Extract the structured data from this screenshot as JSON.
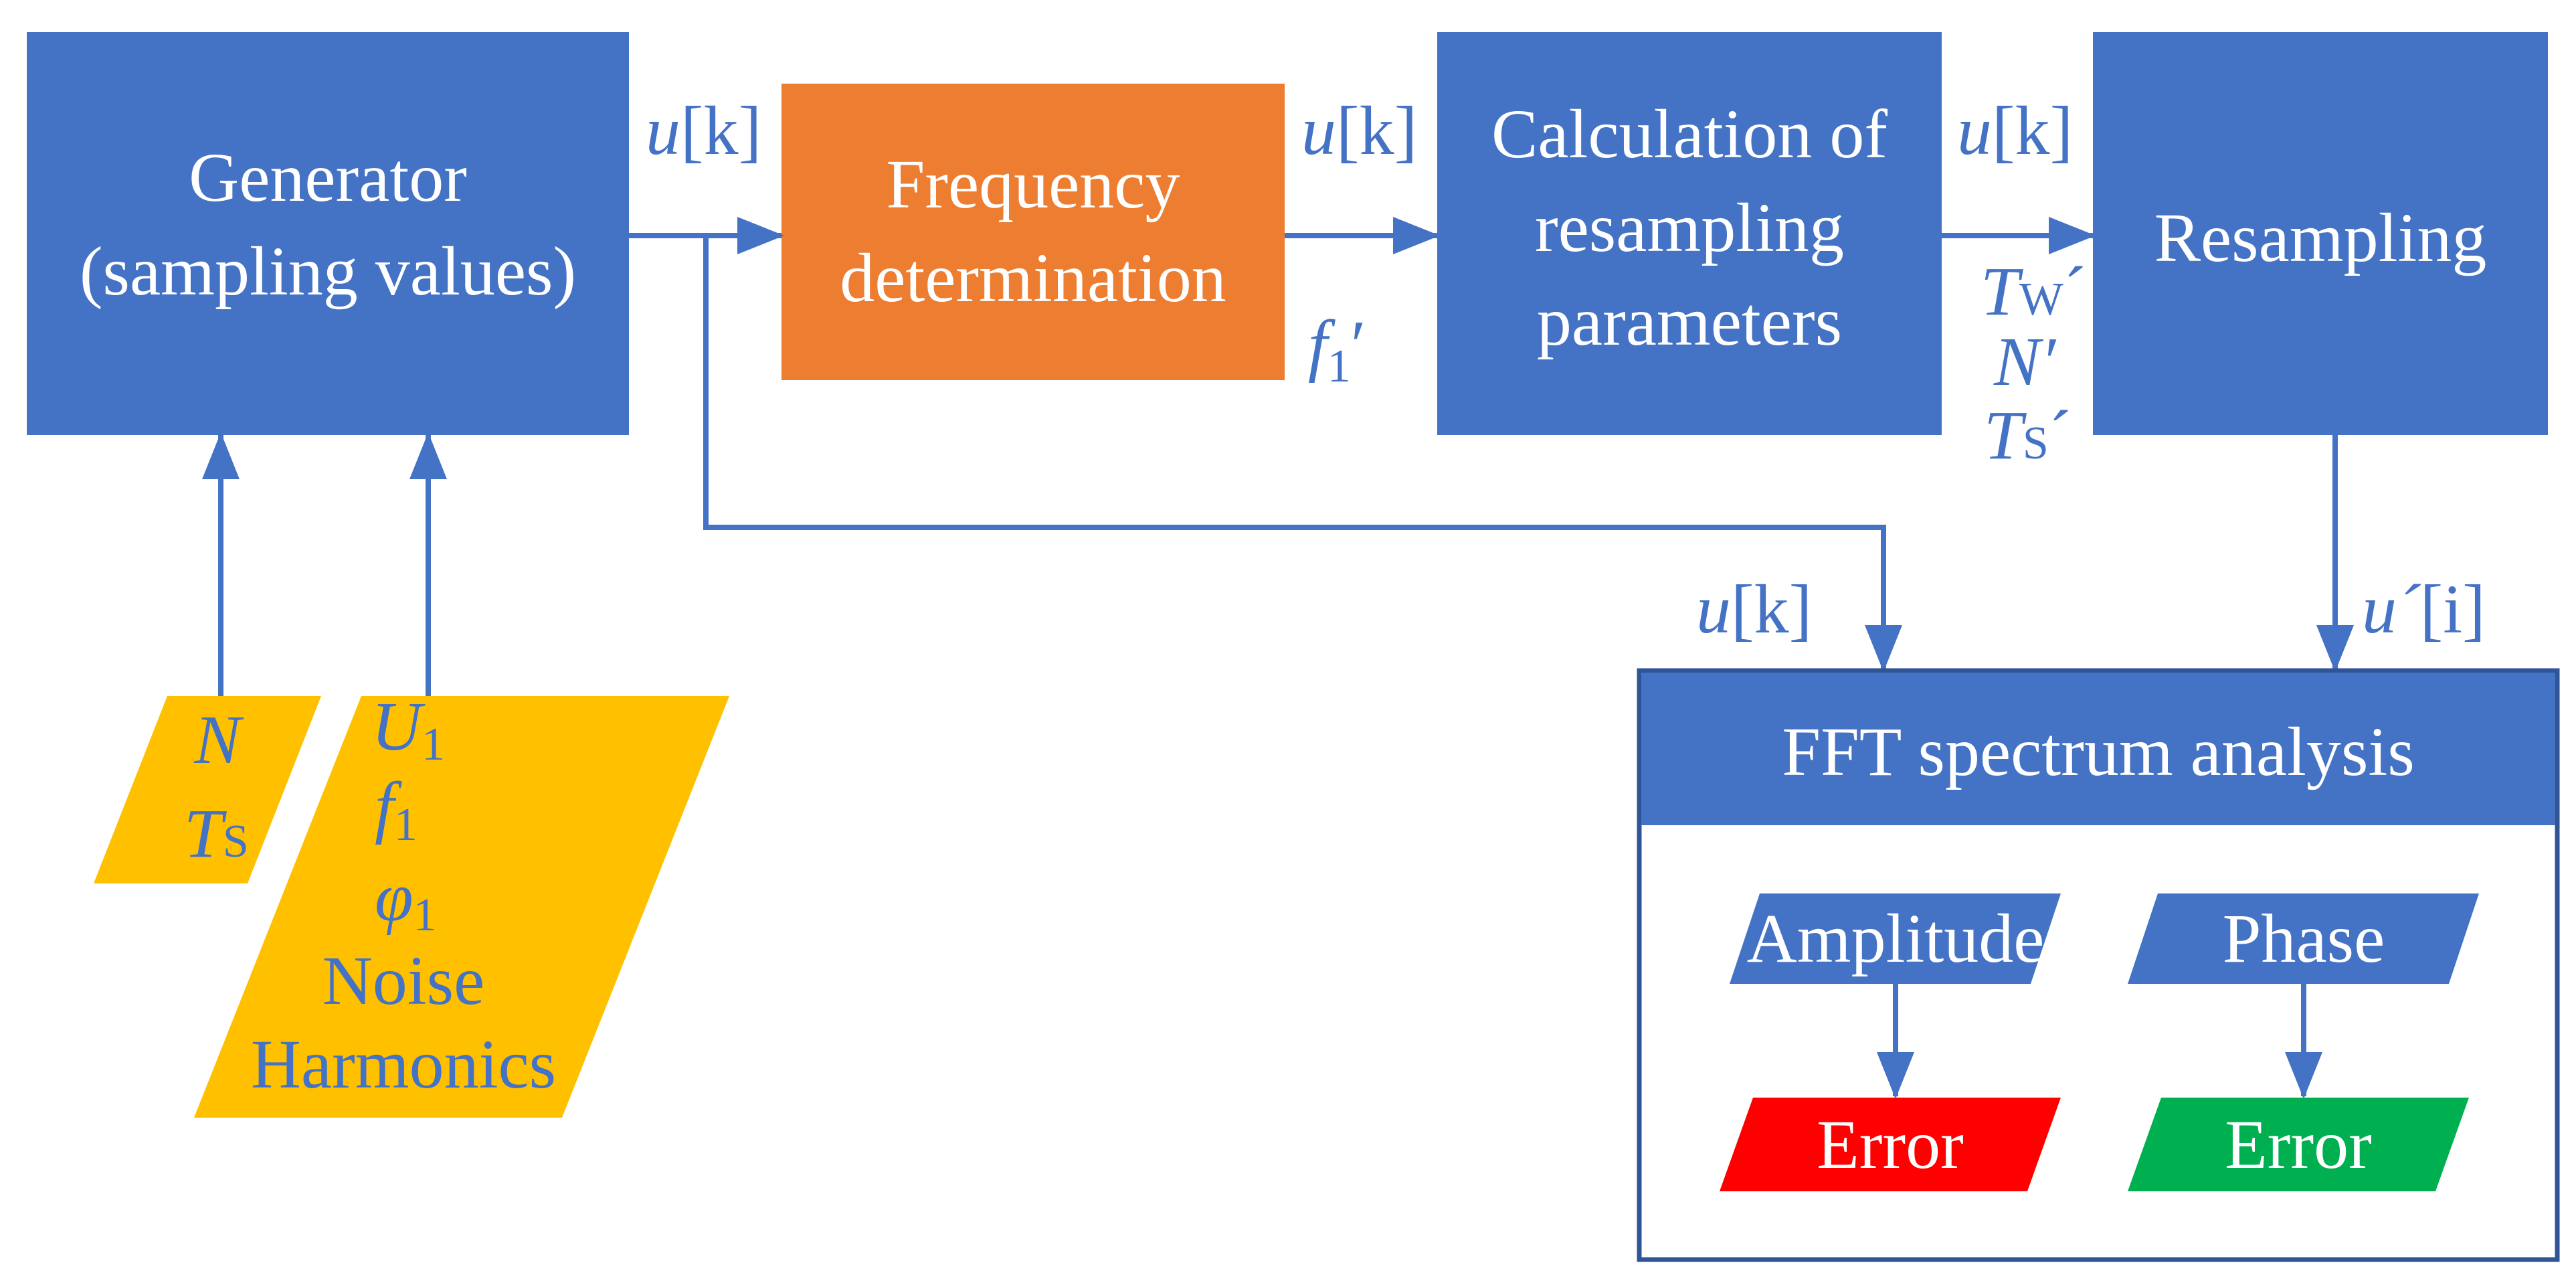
{
  "colors": {
    "block_blue": "#4472C4",
    "block_orange": "#ED7D31",
    "input_yellow": "#FFC000",
    "error_red": "#FF0000",
    "error_green": "#00B050",
    "outline_blue": "#2F5597"
  },
  "blocks": {
    "generator": [
      "Generator",
      "(sampling values)"
    ],
    "frequency": [
      "Frequency",
      "determination"
    ],
    "calculation": [
      "Calculation of",
      "resampling",
      "parameters"
    ],
    "resampling": "Resampling",
    "fft": "FFT spectrum analysis",
    "amplitude": "Amplitude",
    "phase": "Phase",
    "error_amplitude": "Error",
    "error_phase": "Error"
  },
  "signals": {
    "u": "u",
    "k_index": "[k]",
    "u_prime": "u´",
    "i_index": "[i]",
    "f": "f",
    "one": "1",
    "prime": "′",
    "T": "T",
    "W": "W",
    "S": "S",
    "acute": "´",
    "N": "N",
    "N_prime": "N′"
  },
  "inputs_left": {
    "N": "N",
    "T": "T",
    "S": "S"
  },
  "inputs_right": {
    "U": "U",
    "f": "f",
    "phi": "φ",
    "sub1": "1",
    "noise": "Noise",
    "harmonics": "Harmonics"
  }
}
